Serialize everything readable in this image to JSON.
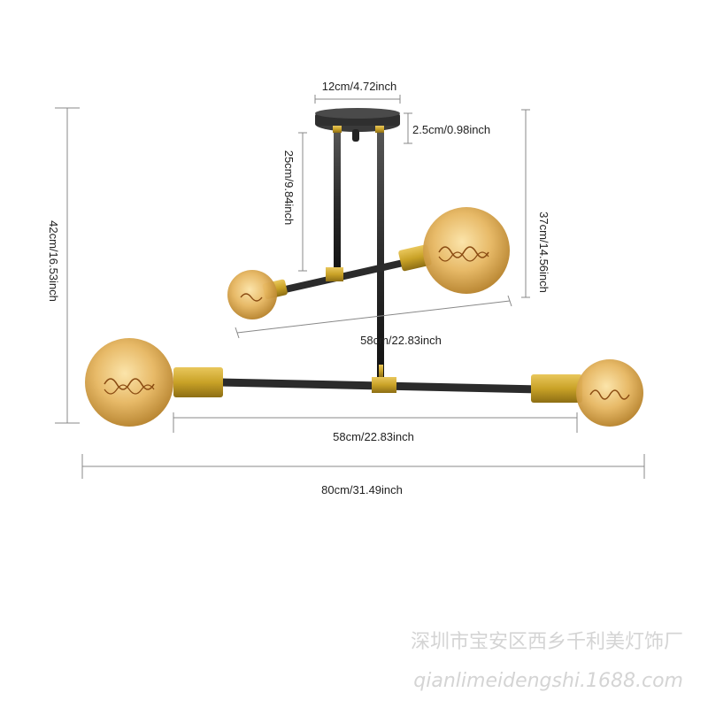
{
  "dimensions": {
    "canopy_width": "12cm/4.72inch",
    "canopy_height": "2.5cm/0.98inch",
    "upper_drop": "25cm/9.84inch",
    "lower_drop": "37cm/14.56inch",
    "total_height": "42cm/16.53inch",
    "upper_arm_length": "58cm/22.83inch",
    "lower_arm_length": "58cm/22.83inch",
    "total_width": "80cm/31.49inch"
  },
  "watermark": {
    "company": "深圳市宝安区西乡千利美灯饰厂",
    "url": "qianlimeidengshi.1688.com"
  },
  "colors": {
    "metal_dark": "#2b2b2b",
    "brass": "#c9a227",
    "bulb_glass": "#e2b863",
    "filament": "#8a4b12",
    "dimension_line": "#888888",
    "watermark": "#d4d4d4"
  }
}
